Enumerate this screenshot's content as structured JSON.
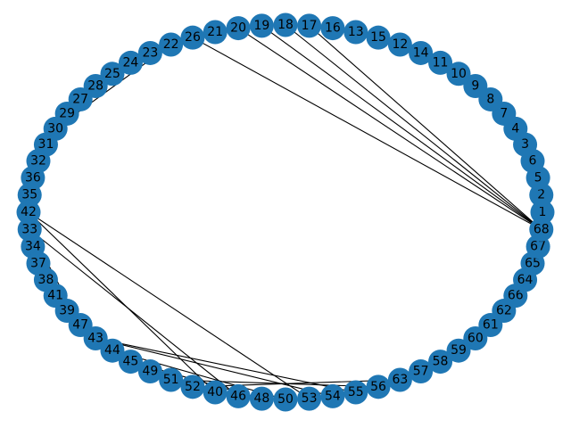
{
  "node_color": "#1f77b4",
  "edge_color": "#000000",
  "nodes": [
    "1",
    "2",
    "5",
    "6",
    "3",
    "4",
    "7",
    "8",
    "9",
    "10",
    "11",
    "14",
    "12",
    "15",
    "13",
    "16",
    "17",
    "18",
    "19",
    "20",
    "21",
    "26",
    "22",
    "23",
    "24",
    "25",
    "28",
    "27",
    "29",
    "30",
    "31",
    "32",
    "36",
    "35",
    "42",
    "33",
    "34",
    "37",
    "38",
    "41",
    "39",
    "47",
    "43",
    "44",
    "45",
    "49",
    "51",
    "52",
    "40",
    "46",
    "48",
    "50",
    "53",
    "54",
    "55",
    "56",
    "63",
    "57",
    "58",
    "59",
    "60",
    "61",
    "62",
    "66",
    "64",
    "65",
    "67",
    "68"
  ],
  "edges": [
    [
      "68",
      "26"
    ],
    [
      "68",
      "20"
    ],
    [
      "68",
      "19"
    ],
    [
      "68",
      "18"
    ],
    [
      "68",
      "17"
    ],
    [
      "22",
      "30"
    ],
    [
      "23",
      "29"
    ],
    [
      "42",
      "40"
    ],
    [
      "42",
      "53"
    ],
    [
      "33",
      "46"
    ],
    [
      "33",
      "47"
    ],
    [
      "43",
      "54"
    ],
    [
      "43",
      "55"
    ],
    [
      "44",
      "50"
    ],
    [
      "45",
      "48"
    ],
    [
      "49",
      "52"
    ],
    [
      "51",
      "56"
    ],
    [
      "52",
      "63"
    ]
  ]
}
